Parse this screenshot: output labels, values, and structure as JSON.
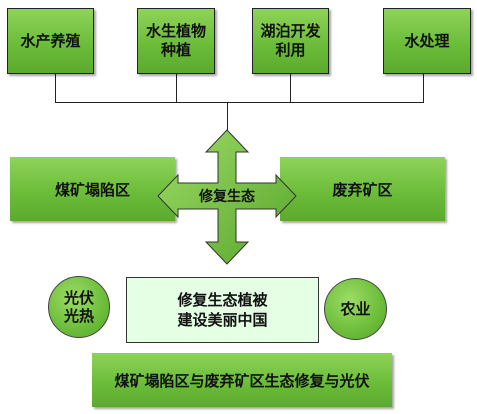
{
  "top_items": [
    "水产养殖",
    "水生植物种植",
    "湖泊开发利用",
    "水处理"
  ],
  "left_zone": "煤矿塌陷区",
  "right_zone": "废弃矿区",
  "center_arrow_label": "修复生态",
  "left_circle": "光伏光热",
  "right_circle": "农业",
  "center_box_lines": [
    "修复生态植被",
    "建设美丽中国"
  ],
  "bottom_banner": "煤矿塌陷区与废弃矿区生态修复与光伏",
  "colors": {
    "green": "#6cbd3a",
    "light_green_fill": "#e4ffe4",
    "line": "#222222"
  }
}
